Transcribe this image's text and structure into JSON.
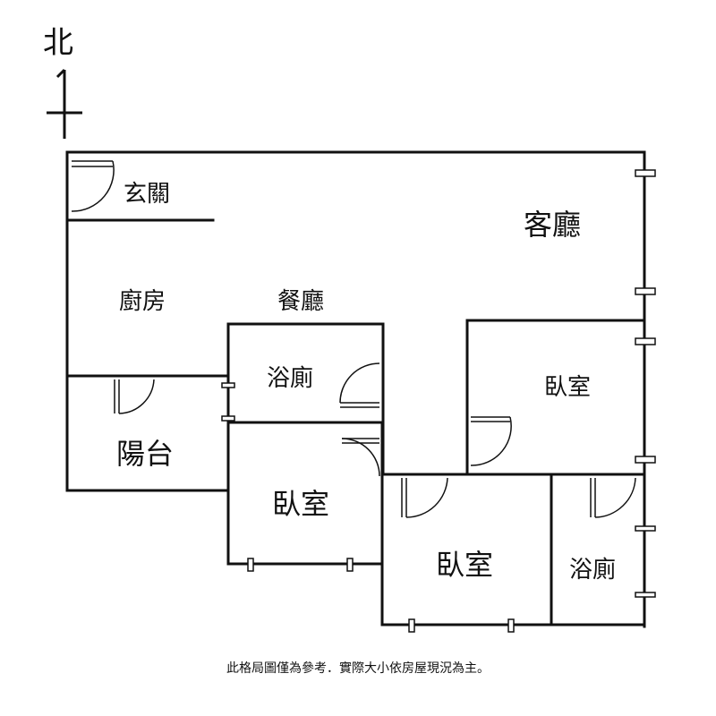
{
  "compass": {
    "north_label": "北"
  },
  "rooms": {
    "entrance": "玄關",
    "living_room": "客廳",
    "kitchen": "廚房",
    "dining_room": "餐廳",
    "bathroom_1": "浴廁",
    "balcony": "陽台",
    "bedroom_1": "臥室",
    "bedroom_2": "臥室",
    "bedroom_3": "臥室",
    "bathroom_2": "浴廁"
  },
  "disclaimer": "此格局圖僅為參考．實際大小依房屋現況為主。"
}
